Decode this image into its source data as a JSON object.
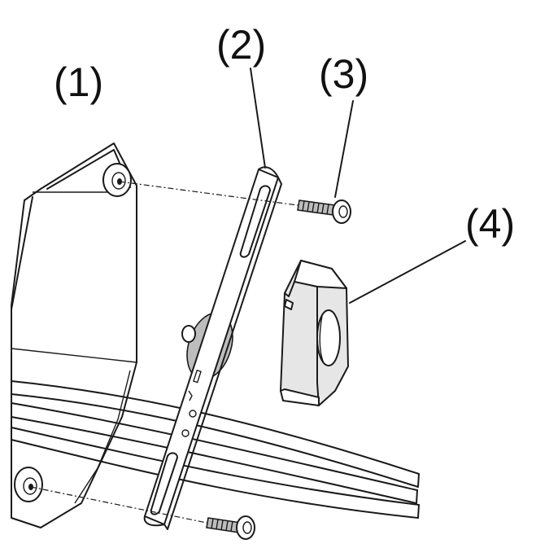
{
  "labels": {
    "box": "(1)",
    "plate": "(2)",
    "screw": "(3)",
    "spacer": "(4)"
  },
  "colors": {
    "line": "#1a1a1a",
    "shade": "#e6e6e6",
    "background": "#ffffff"
  }
}
